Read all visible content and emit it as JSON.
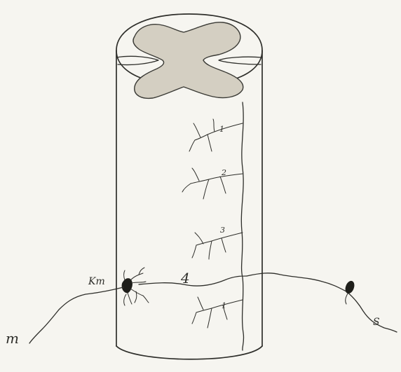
{
  "figure": {
    "labels": {
      "m": "m",
      "km": "Km",
      "four": "4",
      "s": "S",
      "branch_1": "1",
      "branch_2": "2",
      "branch_3": "3",
      "branch_4": "1"
    }
  }
}
